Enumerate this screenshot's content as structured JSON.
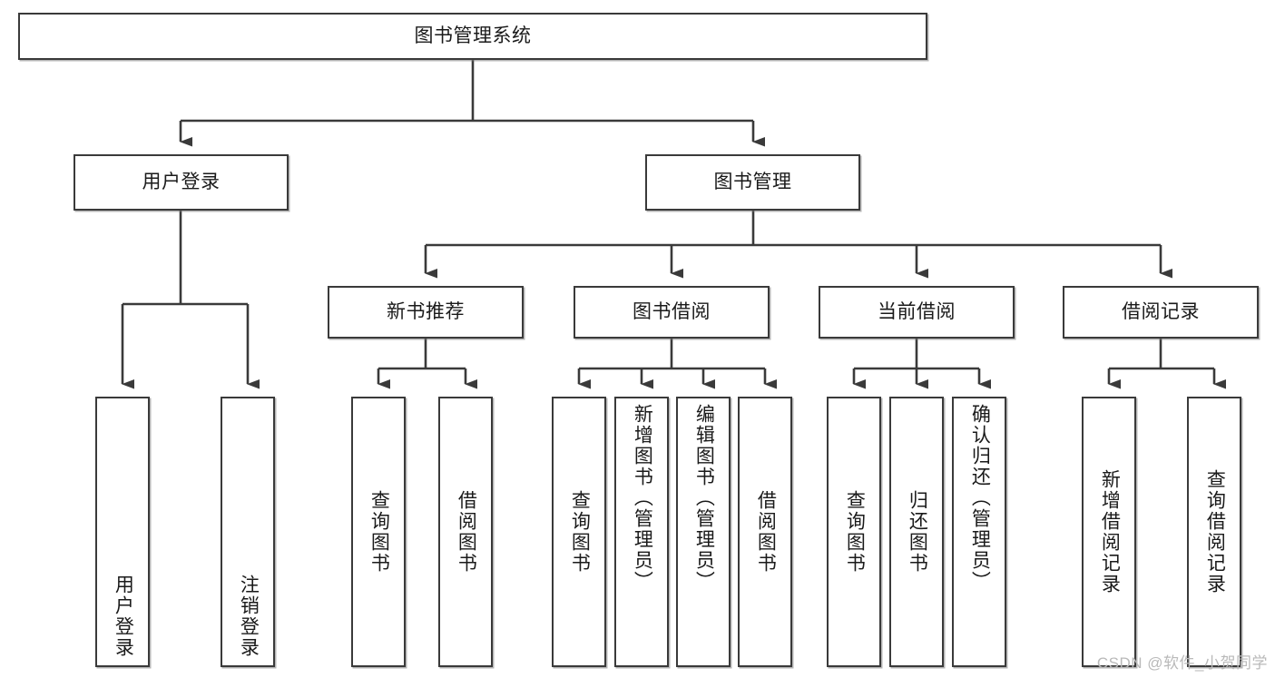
{
  "diagram": {
    "title": "图书管理系统",
    "type": "tree",
    "watermark": "CSDN @软件_小贺同学",
    "colors": {
      "box_border": "#3a3a3a",
      "box_fill": "#ffffff",
      "connector": "#3a3a3a",
      "text": "#1a1a1a",
      "watermark": "#b9b9b9",
      "background": "#ffffff"
    },
    "root": {
      "id": "root",
      "label": "图书管理系统"
    },
    "level2": [
      {
        "id": "user-login",
        "label": "用户登录"
      },
      {
        "id": "book-manage",
        "label": "图书管理"
      }
    ],
    "level3": [
      {
        "id": "new-book-rec",
        "label": "新书推荐",
        "parent": "book-manage"
      },
      {
        "id": "book-borrow",
        "label": "图书借阅",
        "parent": "book-manage"
      },
      {
        "id": "current-borrow",
        "label": "当前借阅",
        "parent": "book-manage"
      },
      {
        "id": "borrow-record",
        "label": "借阅记录",
        "parent": "book-manage"
      }
    ],
    "leaves": [
      {
        "id": "leaf-user-login",
        "label": "用户登录",
        "parent": "user-login"
      },
      {
        "id": "leaf-logout",
        "label": "注销登录",
        "parent": "user-login"
      },
      {
        "id": "leaf-query-book-1",
        "label": "查询图书",
        "parent": "new-book-rec"
      },
      {
        "id": "leaf-borrow-book-1",
        "label": "借阅图书",
        "parent": "new-book-rec"
      },
      {
        "id": "leaf-query-book-2",
        "label": "查询图书",
        "parent": "book-borrow"
      },
      {
        "id": "leaf-add-book",
        "label": "新增图书（管理员）",
        "parent": "book-borrow"
      },
      {
        "id": "leaf-edit-book",
        "label": "编辑图书（管理员）",
        "parent": "book-borrow"
      },
      {
        "id": "leaf-borrow-book-2",
        "label": "借阅图书",
        "parent": "book-borrow"
      },
      {
        "id": "leaf-query-book-3",
        "label": "查询图书",
        "parent": "current-borrow"
      },
      {
        "id": "leaf-return-book",
        "label": "归还图书",
        "parent": "current-borrow"
      },
      {
        "id": "leaf-confirm-return",
        "label": "确认归还（管理员）",
        "parent": "current-borrow"
      },
      {
        "id": "leaf-add-record",
        "label": "新增借阅记录",
        "parent": "borrow-record"
      },
      {
        "id": "leaf-query-record",
        "label": "查询借阅记录",
        "parent": "borrow-record"
      }
    ]
  }
}
